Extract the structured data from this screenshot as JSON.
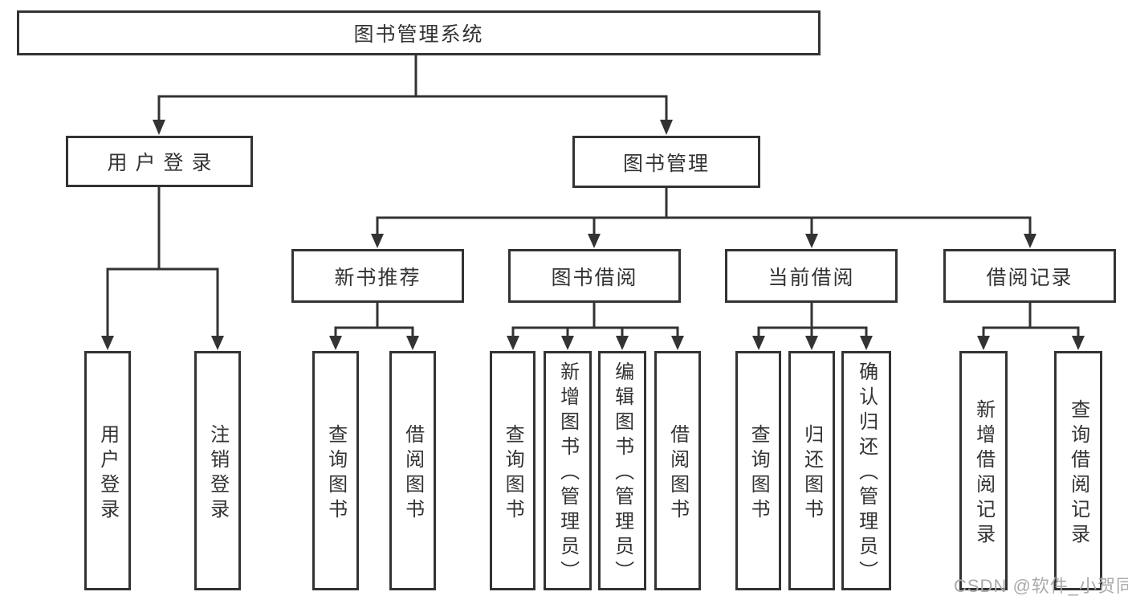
{
  "diagram": {
    "root": {
      "label": "图书管理系统"
    },
    "user_login": {
      "label": "用户登录",
      "children": [
        {
          "label": "用户登录"
        },
        {
          "label": "注销登录"
        }
      ]
    },
    "book_mgmt": {
      "label": "图书管理",
      "children": [
        {
          "label": "新书推荐",
          "children": [
            {
              "label": "查询图书"
            },
            {
              "label": "借阅图书"
            }
          ]
        },
        {
          "label": "图书借阅",
          "children": [
            {
              "label": "查询图书"
            },
            {
              "label": "新增图书（管理员）"
            },
            {
              "label": "编辑图书（管理员）"
            },
            {
              "label": "借阅图书"
            }
          ]
        },
        {
          "label": "当前借阅",
          "children": [
            {
              "label": "查询图书"
            },
            {
              "label": "归还图书"
            },
            {
              "label": "确认归还（管理员）"
            }
          ]
        },
        {
          "label": "借阅记录",
          "children": [
            {
              "label": "新增借阅记录"
            },
            {
              "label": "查询借阅记录"
            }
          ]
        }
      ]
    }
  },
  "watermark": "CSDN @软件_小贺同学",
  "colors": {
    "line": "#333333",
    "text": "#333333",
    "box_background": "#ffffff",
    "page_background": "#ffffff",
    "watermark": "#aaaaaa"
  }
}
